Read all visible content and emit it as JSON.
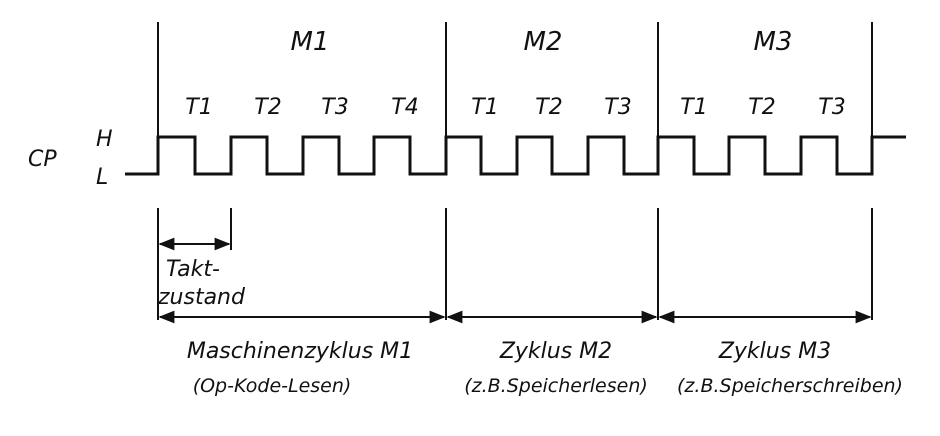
{
  "signal": {
    "name": "CP",
    "level_high": "H",
    "level_low": "L"
  },
  "machine_cycles": [
    {
      "label": "M1",
      "states": [
        "T1",
        "T2",
        "T3",
        "T4"
      ]
    },
    {
      "label": "M2",
      "states": [
        "T1",
        "T2",
        "T3"
      ]
    },
    {
      "label": "M3",
      "states": [
        "T1",
        "T2",
        "T3"
      ]
    }
  ],
  "clock_state_label": {
    "line1": "Takt-",
    "line2": "zustand"
  },
  "cycle_descriptions": [
    {
      "line1": "Maschinenzyklus M1",
      "line2": "(Op-Kode-Lesen)"
    },
    {
      "line1": "Zyklus M2",
      "line2": "(z.B.Speicherlesen)"
    },
    {
      "line1": "Zyklus M3",
      "line2": "(z.B.Speicherschreiben)"
    }
  ]
}
